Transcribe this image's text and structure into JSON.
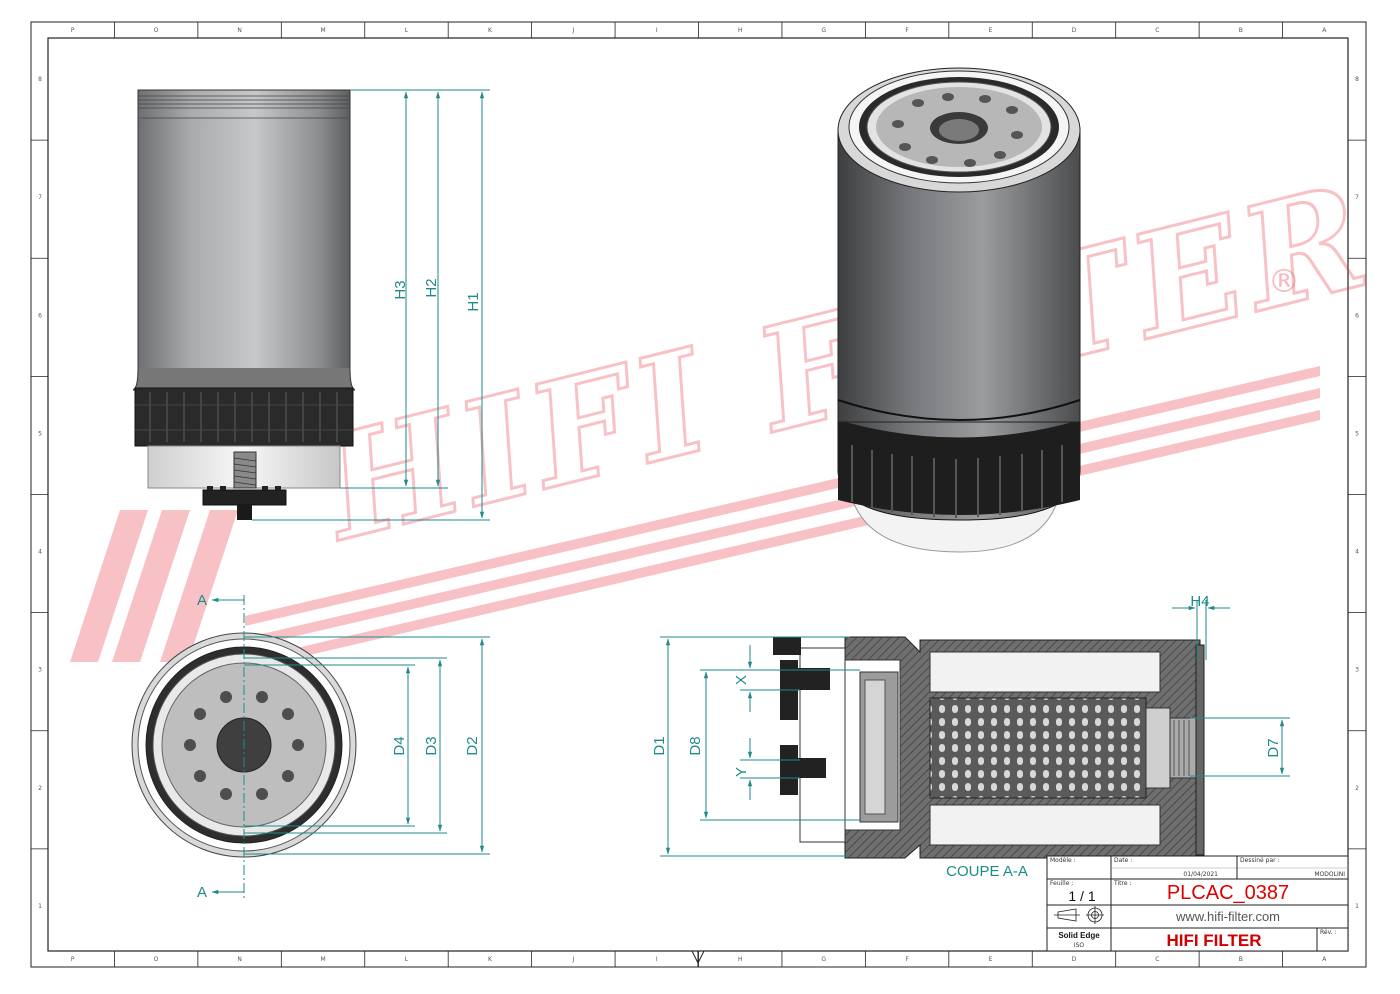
{
  "colors": {
    "dimension": "#1f8a8a",
    "watermark": "#e8323c",
    "part_number": "#e00000",
    "brand": "#d40000",
    "border": "#222222"
  },
  "frame": {
    "col_letters": [
      "P",
      "O",
      "N",
      "M",
      "L",
      "K",
      "J",
      "I",
      "H",
      "G",
      "F",
      "E",
      "D",
      "C",
      "B",
      "A"
    ],
    "row_numbers": [
      "8",
      "7",
      "6",
      "5",
      "4",
      "3",
      "2",
      "1"
    ]
  },
  "watermark": {
    "text": "HIFI FILTER",
    "registered": "®"
  },
  "side_view": {
    "dims": [
      "H3",
      "H2",
      "H1"
    ]
  },
  "bottom_view": {
    "dims": [
      "D4",
      "D3",
      "D2"
    ],
    "section_marks": [
      "A",
      "A"
    ]
  },
  "section_view": {
    "dims": [
      "D1",
      "D8",
      "X",
      "Y",
      "D7",
      "H4"
    ],
    "caption": "COUPE A-A"
  },
  "title_block": {
    "model_label": "Modèle :",
    "date_label": "Date :",
    "drawn_label": "Dessiné par :",
    "date": "01/04/2021",
    "drawn_by": "MODOLINI",
    "sheet_label": "Feuille :",
    "sheet": "1 / 1",
    "title_label": "Titre :",
    "part_number": "PLCAC_0387",
    "website": "www.hifi-filter.com",
    "brand": "HIFI FILTER",
    "cad": "Solid Edge",
    "cad_sub": "ISO",
    "rev_label": "Rév. :"
  }
}
